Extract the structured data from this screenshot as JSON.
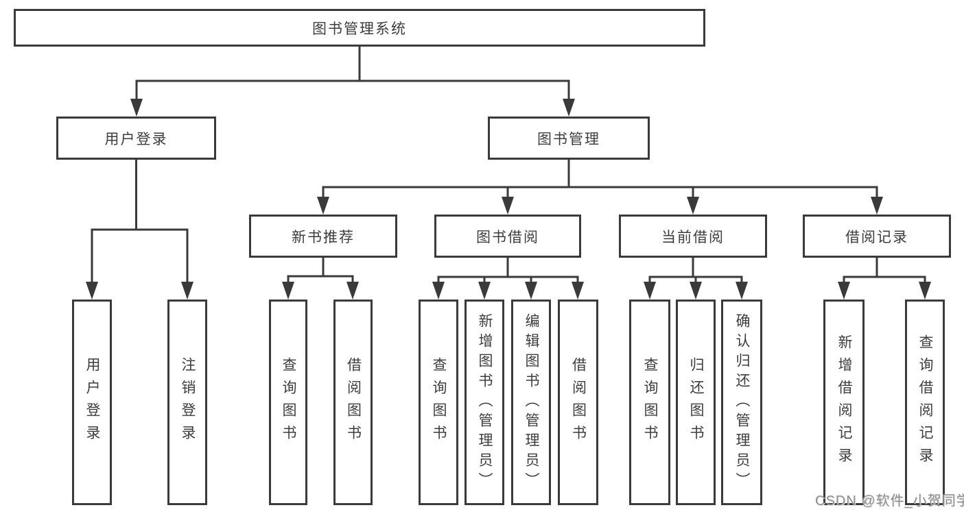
{
  "diagram": {
    "title": "图书管理系统",
    "root": {
      "label": "图书管理系统"
    },
    "level2": [
      {
        "id": "user-login",
        "label": "用户登录"
      },
      {
        "id": "book-management",
        "label": "图书管理"
      }
    ],
    "level3": [
      {
        "id": "new-book-recommend",
        "label": "新书推荐",
        "parent": "图书管理"
      },
      {
        "id": "book-borrow",
        "label": "图书借阅",
        "parent": "图书管理"
      },
      {
        "id": "current-borrow",
        "label": "当前借阅",
        "parent": "图书管理"
      },
      {
        "id": "borrow-records",
        "label": "借阅记录",
        "parent": "图书管理"
      }
    ],
    "leaves": [
      {
        "id": "user-login-leaf",
        "label": "用户登录",
        "parent": "用户登录"
      },
      {
        "id": "logout",
        "label": "注销登录",
        "parent": "用户登录"
      },
      {
        "id": "query-book-1",
        "label": "查询图书",
        "parent": "新书推荐"
      },
      {
        "id": "borrow-book-1",
        "label": "借阅图书",
        "parent": "新书推荐"
      },
      {
        "id": "query-book-2",
        "label": "查询图书",
        "parent": "图书借阅"
      },
      {
        "id": "add-book-admin",
        "label": "新增图书（管理员）",
        "parent": "图书借阅"
      },
      {
        "id": "edit-book-admin",
        "label": "编辑图书（管理员）",
        "parent": "图书借阅"
      },
      {
        "id": "borrow-book-2",
        "label": "借阅图书",
        "parent": "图书借阅"
      },
      {
        "id": "query-book-3",
        "label": "查询图书",
        "parent": "当前借阅"
      },
      {
        "id": "return-book",
        "label": "归还图书",
        "parent": "当前借阅"
      },
      {
        "id": "confirm-return-admin",
        "label": "确认归还（管理员）",
        "parent": "当前借阅"
      },
      {
        "id": "add-borrow-record",
        "label": "新增借阅记录",
        "parent": "借阅记录"
      },
      {
        "id": "query-borrow-record",
        "label": "查询借阅记录",
        "parent": "借阅记录"
      }
    ]
  },
  "watermark": {
    "text": "CSDN @软件_小贺同学"
  },
  "colors": {
    "line": "#3a3a3a",
    "text": "#3d3d3d",
    "background": "#ffffff",
    "watermark": "#8f8f8f"
  }
}
